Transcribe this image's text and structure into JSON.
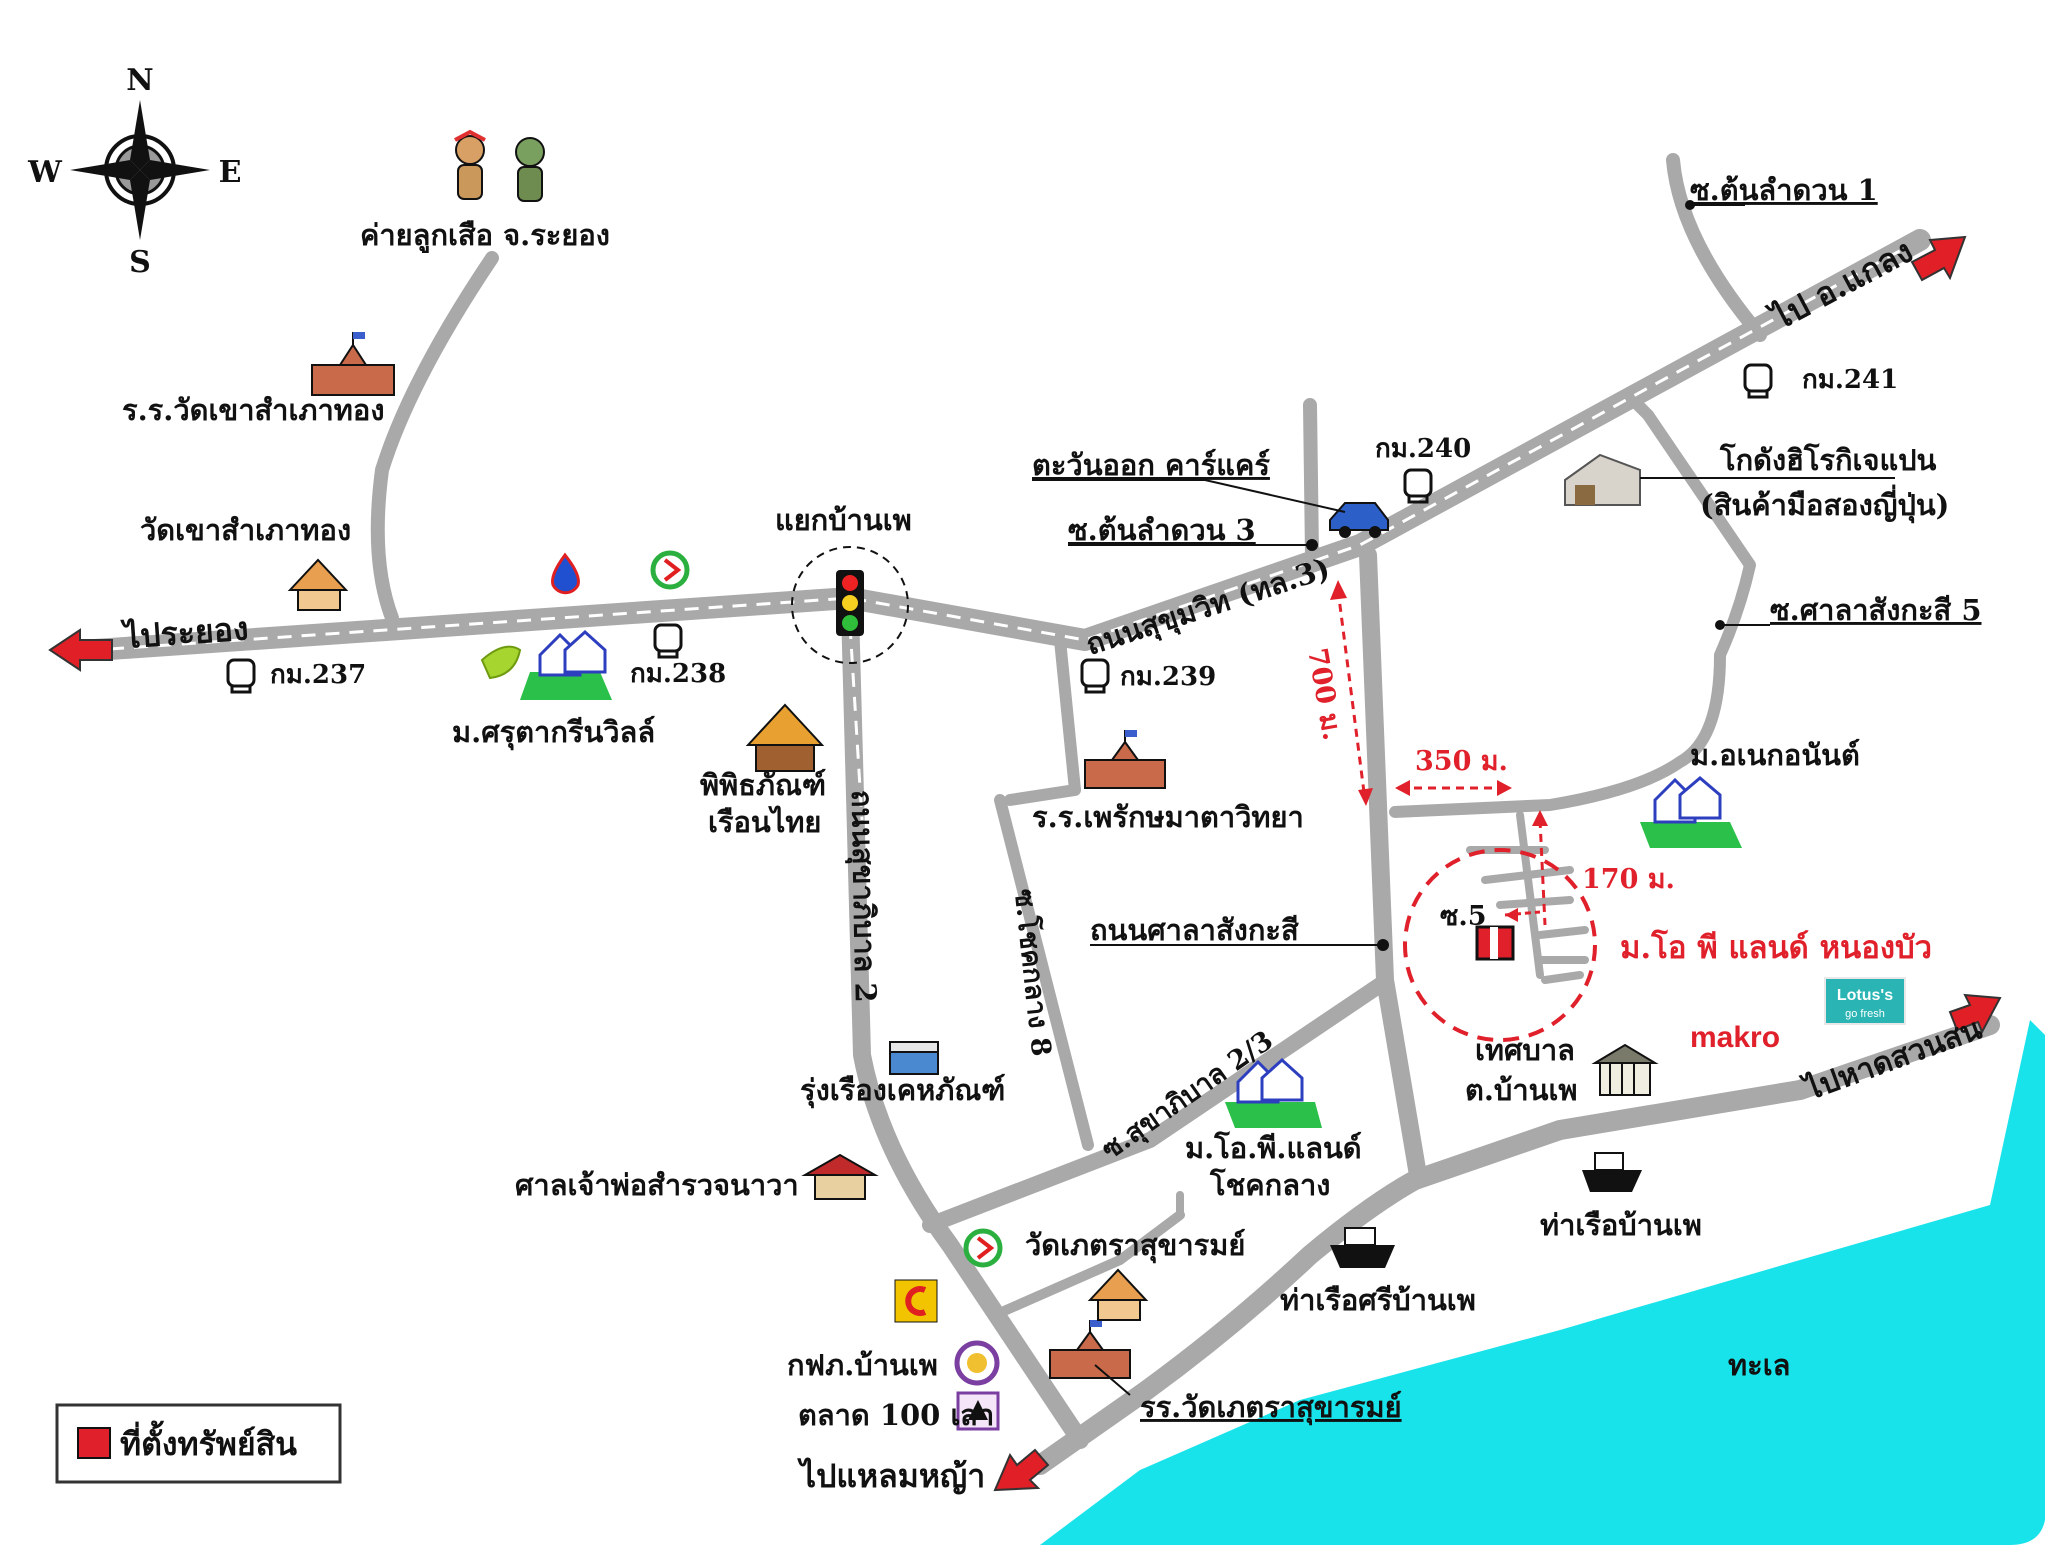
{
  "compass": {
    "n": "N",
    "s": "S",
    "e": "E",
    "w": "W"
  },
  "labels": {
    "scout_camp": "ค่ายลูกเสือ จ.ระยอง",
    "school_wat_khao": "ร.ร.วัดเขาสำเภาทอง",
    "wat_khao": "วัดเขาสำเภาทอง",
    "to_rayong": "ไประยอง",
    "km237": "กม.237",
    "km238": "กม.238",
    "km239": "กม.239",
    "km240": "กม.240",
    "km241": "กม.241",
    "village_saruta": "ม.ศรุตากรีนวิลล์",
    "ban_phe_junction": "แยกบ้านเพ",
    "museum_line1": "พิพิธภัณฑ์",
    "museum_line2": "เรือนไทย",
    "sukhaphiban2": "ถนนสุขาภิบาล 2",
    "sukhumvit": "ถนนสุขุมวิท (ทล.3)",
    "car_care": "ตะวันออก คาร์แคร์",
    "soi_ton_lamduan3": "ซ.ต้นลำดวน 3",
    "soi_ton_lamduan1": "ซ.ต้นลำดวน 1",
    "to_klaeng": "ไป อ.แกลง",
    "warehouse_line1": "โกดังฮิโรกิเจแปน",
    "warehouse_line2": "(สินค้ามือสองญี่ปุ่น)",
    "soi_sala5": "ซ.ศาลาสังกะสี 5",
    "dist700": "700 ม.",
    "dist350": "350 ม.",
    "dist170": "170 ม.",
    "village_anek": "ม.อเนกอนันต์",
    "school_phe": "ร.ร.เพรักษมาตาวิทยา",
    "soi_chot_klang8": "ซ.โชคกลาง 8",
    "sala_sangkasi_rd": "ถนนศาลาสังกะสี",
    "soi5": "ซ.5",
    "property_village": "ม.โอ พี แลนด์ หนองบัว",
    "municipality_line1": "เทศบาล",
    "municipality_line2": "ต.บ้านเพ",
    "makro": "makro",
    "lotus_line1": "Lotus's",
    "lotus_line2": "go fresh",
    "to_hat_suan_son": "ไปหาดสวนสน",
    "rung_rueang": "รุ่งเรืองเคหภัณฑ์",
    "sukhaphiban23": "ซ.สุขาภิบาล 2/3",
    "op_land_chotklang1": "ม.โอ.พี.แลนด์",
    "op_land_chotklang2": "โชคกลาง",
    "shrine": "ศาลเจ้าพ่อสำรวจนาวา",
    "wat_phet": "วัดเภตราสุขารมย์",
    "pier_sri_ban_phe": "ท่าเรือศรีบ้านเพ",
    "pier_ban_phe": "ท่าเรือบ้านเพ",
    "pea": "กฟภ.บ้านเพ",
    "market": "ตลาด 100 เสา",
    "school_wat_phet": "รร.วัดเภตราสุขารมย์",
    "sea": "ทะเล",
    "to_laem_mae_ya": "ไปแหลมหญ้า"
  },
  "legend": {
    "property_location": "ที่ตั้งทรัพย์สิน"
  },
  "colors": {
    "road": "#a9a9a9",
    "sea": "#19e3ea",
    "arrow": "#e01f26",
    "accent_red": "#e0202a"
  }
}
